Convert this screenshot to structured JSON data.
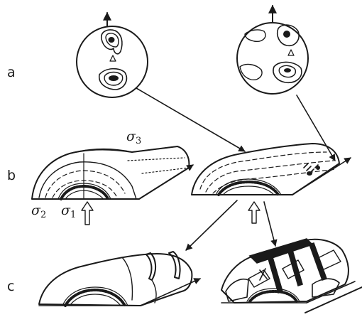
{
  "row_labels": [
    "a",
    "b",
    "c"
  ],
  "stress_axes": [
    {
      "base": "σ",
      "sub": "3"
    },
    {
      "base": "σ",
      "sub": "2"
    },
    {
      "base": "σ",
      "sub": "1"
    }
  ],
  "colors": {
    "ink": "#1a1a1a",
    "paper": "#ffffff",
    "fill": "#f4f4f4"
  }
}
